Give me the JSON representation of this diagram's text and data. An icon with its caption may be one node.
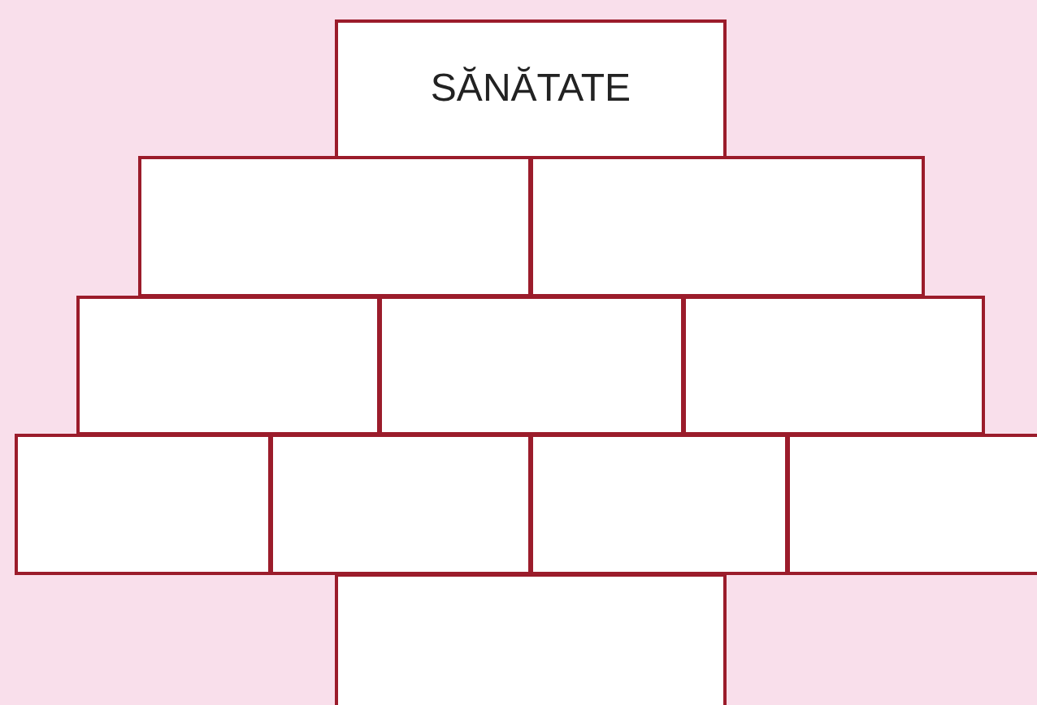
{
  "diagram": {
    "nodes": [
      {
        "text": [
          "SĂNĂTATE"
        ]
      },
      {
        "text": [],
        "shape": "box"
      },
      {
        "text": [],
        "shape": "box"
      },
      {
        "text": [],
        "shape": "box"
      },
      {
        "text": [],
        "shape": "box"
      },
      {
        "text": [],
        "shape": "box"
      },
      {
        "text": [],
        "shape": "box"
      },
      {
        "text": [],
        "shape": "box"
      },
      {
        "text": [],
        "shape": "box"
      },
      {
        "text": [],
        "shape": "box"
      },
      {
        "text": [],
        "shape": "box"
      }
    ]
  }
}
